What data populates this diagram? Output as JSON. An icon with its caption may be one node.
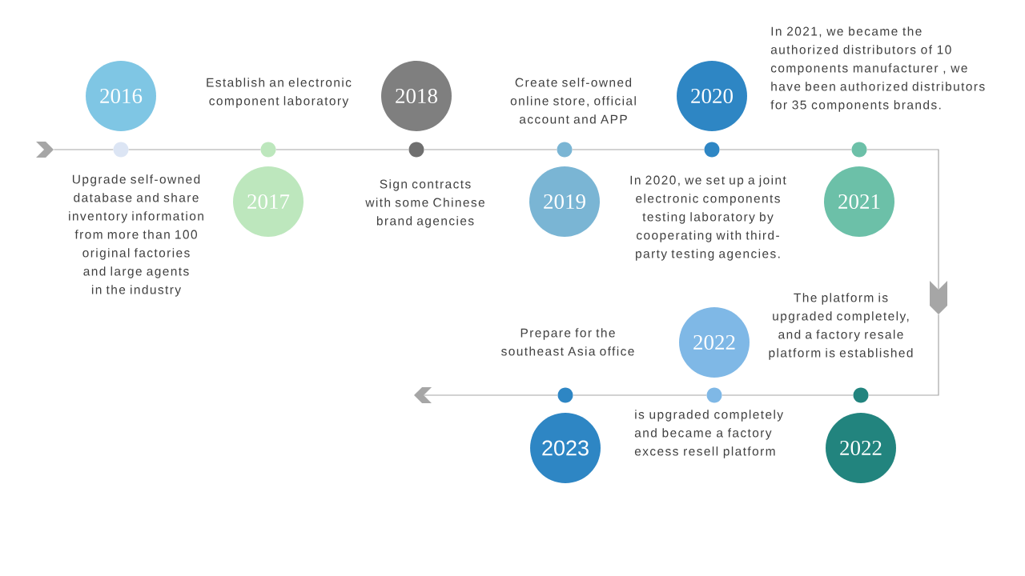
{
  "diagram": {
    "nodes": [
      {
        "text": [],
        "shape": "chevron"
      },
      {
        "text": [
          "2016"
        ]
      },
      {
        "text": [],
        "shape": "circle",
        "beside": [
          "Upgrade self-owned database and share inventory information from more than 100 original factories and large agents in the industry"
        ]
      },
      {
        "text": [
          "2017"
        ]
      },
      {
        "text": [],
        "shape": "circle",
        "beside": [
          "Establish an electronic component laboratory"
        ]
      },
      {
        "text": [
          "2018"
        ]
      },
      {
        "text": [],
        "shape": "circle",
        "beside": [
          "Sign contracts with some Chinese brand agencies"
        ]
      },
      {
        "text": [
          "2019"
        ]
      },
      {
        "text": [],
        "shape": "circle",
        "beside": [
          "Create self-owned online store, official account and APP"
        ]
      },
      {
        "text": [
          "2020"
        ]
      },
      {
        "text": [],
        "shape": "circle",
        "beside": [
          "In 2020, we set up a joint electronic components testing laboratory by cooperating with third-party testing agencies."
        ]
      },
      {
        "text": [
          "2021"
        ]
      },
      {
        "text": [],
        "shape": "circle",
        "beside": [
          "In 2021, we became the authorized distributors of 10 components manufacturer , we have been authorized distributors for 35 components brands."
        ]
      },
      {
        "text": [
          "2022"
        ]
      },
      {
        "text": [],
        "shape": "circle",
        "beside": [
          "The platform is upgraded completely, and a factory resale platform is established"
        ]
      },
      {
        "text": [
          "2022"
        ]
      },
      {
        "text": [],
        "shape": "circle",
        "beside": [
          "is upgraded completely and became a factory excess resell platform"
        ]
      },
      {
        "text": [
          "2023"
        ]
      },
      {
        "text": [],
        "shape": "circle",
        "beside": [
          "Prepare for the southeast Asia office"
        ]
      },
      {
        "text": [],
        "shape": "chevron"
      },
      {
        "text": [],
        "shape": "chevron"
      }
    ],
    "edges": [
      {
        "from": 0,
        "to": 2,
        "arrow": "none"
      },
      {
        "from": 2,
        "to": 4,
        "arrow": "none"
      },
      {
        "from": 4,
        "to": 6,
        "arrow": "none"
      },
      {
        "from": 6,
        "to": 8,
        "arrow": "none"
      },
      {
        "from": 8,
        "to": 10,
        "arrow": "none"
      },
      {
        "from": 10,
        "to": 12,
        "arrow": "none"
      },
      {
        "from": 12,
        "to": 20,
        "arrow": "none"
      },
      {
        "from": 20,
        "to": 14,
        "arrow": "none"
      },
      {
        "from": 14,
        "to": 16,
        "arrow": "none"
      },
      {
        "from": 16,
        "to": 18,
        "arrow": "none"
      },
      {
        "from": 18,
        "to": 19,
        "arrow": "none"
      }
    ]
  }
}
